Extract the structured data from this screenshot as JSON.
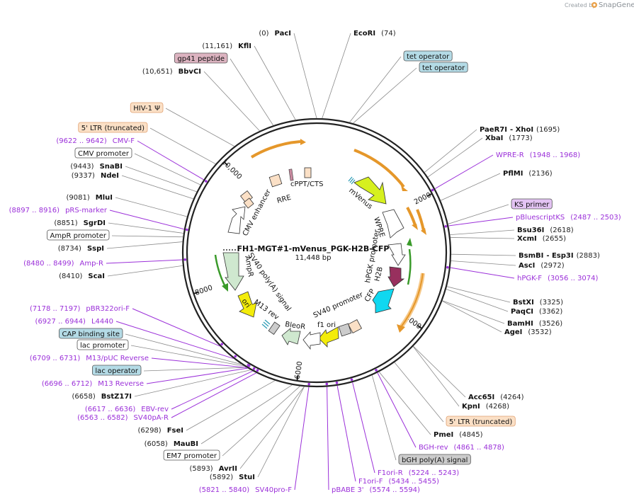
{
  "watermark": {
    "created_by": "Created by",
    "brand": "SnapGene"
  },
  "plasmid": {
    "name": "FH1-MGT#1-mVenus_PGK-H2B-CFP",
    "size_text": "11,448 bp",
    "length": 11448
  },
  "colors": {
    "ring": "#222222",
    "enzyme_leader": "#8a8a8a",
    "primer_leader": "#9b30d9",
    "primer_text": "#9b30d9",
    "ltr": "#fbe0c6",
    "ltr_border": "#e0a070",
    "primer_box": "#e3c3f3",
    "blue_box": "#b4dbe6",
    "pink_box": "#dcb3c0",
    "white_box": "#ffffff",
    "grey_box": "#cccccc",
    "mvenus": "#d6f01e",
    "cfp": "#10d8f0",
    "h2b": "#98305e",
    "bleor": "#cfe8cf",
    "ampr": "#cfe8cf",
    "ori": "#f3ec0b",
    "orange_arrow": "#e5972a",
    "green_arrow": "#3a9a2a"
  },
  "ticks": [
    {
      "pos": 2000,
      "text": "2000"
    },
    {
      "pos": 4000,
      "text": "4000"
    },
    {
      "pos": 6000,
      "text": "6000"
    },
    {
      "pos": 8000,
      "text": "8000"
    },
    {
      "pos": 10000,
      "text": "10,000"
    }
  ],
  "labels": [
    {
      "kind": "enzyme",
      "name": "PacI",
      "pos_text": "(0)",
      "layout": "pos-first",
      "pos": 0
    },
    {
      "kind": "enzyme",
      "name": "EcoRI",
      "pos_text": "(74)",
      "layout": "name-first",
      "pos": 74
    },
    {
      "kind": "feature",
      "name": "tet operator",
      "box": "blue_box",
      "pos": 450
    },
    {
      "kind": "feature",
      "name": "tet operator",
      "box": "blue_box",
      "pos": 500
    },
    {
      "kind": "enzyme",
      "name": "PaeR7I",
      "suffix": " - XhoI",
      "pos_text": "(1695)",
      "layout": "name-first",
      "pos": 1695
    },
    {
      "kind": "enzyme",
      "name": "XbaI",
      "pos_text": "(1773)",
      "layout": "name-first",
      "pos": 1773
    },
    {
      "kind": "primer",
      "name": "WPRE-R",
      "pos_text": "(1948 .. 1968)",
      "layout": "name-first",
      "pos": 1958
    },
    {
      "kind": "enzyme",
      "name": "PflMI",
      "pos_text": "(2136)",
      "layout": "name-first",
      "pos": 2136
    },
    {
      "kind": "feature",
      "name": "KS primer",
      "box": "primer_box",
      "pos": 2470
    },
    {
      "kind": "primer",
      "name": "pBluescriptKS",
      "pos_text": "(2487 .. 2503)",
      "layout": "name-first",
      "pos": 2495
    },
    {
      "kind": "enzyme",
      "name": "Bsu36I",
      "pos_text": "(2618)",
      "layout": "name-first",
      "pos": 2618
    },
    {
      "kind": "enzyme",
      "name": "XcmI",
      "pos_text": "(2655)",
      "layout": "name-first",
      "pos": 2655
    },
    {
      "kind": "enzyme",
      "name": "BsmBI",
      "suffix": " - Esp3I",
      "pos_text": "(2883)",
      "layout": "name-first",
      "pos": 2883
    },
    {
      "kind": "enzyme",
      "name": "AscI",
      "pos_text": "(2972)",
      "layout": "name-first",
      "pos": 2972
    },
    {
      "kind": "primer",
      "name": "hPGK-F",
      "pos_text": "(3056 .. 3074)",
      "layout": "name-first",
      "pos": 3065
    },
    {
      "kind": "enzyme",
      "name": "BstXI",
      "pos_text": "(3325)",
      "layout": "name-first",
      "pos": 3325
    },
    {
      "kind": "enzyme",
      "name": "PaqCI",
      "pos_text": "(3362)",
      "layout": "name-first",
      "pos": 3362
    },
    {
      "kind": "enzyme",
      "name": "BamHI",
      "pos_text": "(3526)",
      "layout": "name-first",
      "pos": 3526
    },
    {
      "kind": "enzyme",
      "name": "AgeI",
      "pos_text": "(3532)",
      "layout": "name-first",
      "pos": 3532
    },
    {
      "kind": "enzyme",
      "name": "Acc65I",
      "pos_text": "(4264)",
      "layout": "name-first",
      "pos": 4264
    },
    {
      "kind": "enzyme",
      "name": "KpnI",
      "pos_text": "(4268)",
      "layout": "name-first",
      "pos": 4268
    },
    {
      "kind": "feature",
      "name": "5' LTR (truncated)",
      "box": "ltr",
      "pos": 4600
    },
    {
      "kind": "enzyme",
      "name": "PmeI",
      "pos_text": "(4845)",
      "layout": "name-first",
      "pos": 4845
    },
    {
      "kind": "primer",
      "name": "BGH-rev",
      "pos_text": "(4861 .. 4878)",
      "layout": "name-first",
      "pos": 4870
    },
    {
      "kind": "feature",
      "name": "bGH poly(A) signal",
      "box": "grey_box",
      "pos": 4950
    },
    {
      "kind": "primer",
      "name": "F1ori-R",
      "pos_text": "(5224 .. 5243)",
      "layout": "name-first",
      "pos": 5233
    },
    {
      "kind": "primer",
      "name": "F1ori-F",
      "pos_text": "(5434 .. 5455)",
      "layout": "name-first",
      "pos": 5444
    },
    {
      "kind": "primer",
      "name": "pBABE 3'",
      "pos_text": "(5574 .. 5594)",
      "layout": "name-first",
      "pos": 5584
    },
    {
      "kind": "primer",
      "name": "SV40pro-F",
      "pos_text": "(5821 .. 5840)",
      "layout": "pos-first",
      "pos": 5830
    },
    {
      "kind": "enzyme",
      "name": "StuI",
      "pos_text": "(5892)",
      "layout": "pos-first",
      "pos": 5892
    },
    {
      "kind": "enzyme",
      "name": "AvrII",
      "pos_text": "(5893)",
      "layout": "pos-first",
      "pos": 5893
    },
    {
      "kind": "feature",
      "name": "EM7 promoter",
      "box": "white_box",
      "pos": 5950
    },
    {
      "kind": "enzyme",
      "name": "MauBI",
      "pos_text": "(6058)",
      "layout": "pos-first",
      "pos": 6058
    },
    {
      "kind": "enzyme",
      "name": "FseI",
      "pos_text": "(6298)",
      "layout": "pos-first",
      "pos": 6298
    },
    {
      "kind": "primer",
      "name": "SV40pA-R",
      "pos_text": "(6563 .. 6582)",
      "layout": "pos-first",
      "pos": 6572
    },
    {
      "kind": "primer",
      "name": "EBV-rev",
      "pos_text": "(6617 .. 6636)",
      "layout": "pos-first",
      "pos": 6626
    },
    {
      "kind": "enzyme",
      "name": "BstZ17I",
      "pos_text": "(6658)",
      "layout": "pos-first",
      "pos": 6658
    },
    {
      "kind": "primer",
      "name": "M13 Reverse",
      "pos_text": "(6696 .. 6712)",
      "layout": "pos-first",
      "pos": 6704
    },
    {
      "kind": "feature",
      "name": "lac operator",
      "box": "blue_box",
      "pos": 6725
    },
    {
      "kind": "primer",
      "name": "M13/pUC Reverse",
      "pos_text": "(6709 .. 6731)",
      "layout": "pos-first",
      "pos": 6720
    },
    {
      "kind": "feature",
      "name": "lac promoter",
      "box": "white_box",
      "pos": 6760
    },
    {
      "kind": "feature",
      "name": "CAP binding site",
      "box": "blue_box",
      "pos": 6800
    },
    {
      "kind": "primer",
      "name": "L4440",
      "pos_text": "(6927 .. 6944)",
      "layout": "pos-first",
      "pos": 6935
    },
    {
      "kind": "primer",
      "name": "pBR322ori-F",
      "pos_text": "(7178 .. 7197)",
      "layout": "pos-first",
      "pos": 7187
    },
    {
      "kind": "enzyme",
      "name": "ScaI",
      "pos_text": "(8410)",
      "layout": "pos-first",
      "pos": 8410
    },
    {
      "kind": "primer",
      "name": "Amp-R",
      "pos_text": "(8480 .. 8499)",
      "layout": "pos-first",
      "pos": 8490
    },
    {
      "kind": "enzyme",
      "name": "SspI",
      "pos_text": "(8734)",
      "layout": "pos-first",
      "pos": 8734
    },
    {
      "kind": "feature",
      "name": "AmpR promoter",
      "box": "white_box",
      "pos": 8800
    },
    {
      "kind": "enzyme",
      "name": "SgrDI",
      "pos_text": "(8851)",
      "layout": "pos-first",
      "pos": 8851
    },
    {
      "kind": "primer",
      "name": "pRS-marker",
      "pos_text": "(8897 .. 8916)",
      "layout": "pos-first",
      "pos": 8906
    },
    {
      "kind": "enzyme",
      "name": "MluI",
      "pos_text": "(9081)",
      "layout": "pos-first",
      "pos": 9081
    },
    {
      "kind": "enzyme",
      "name": "NdeI",
      "pos_text": "(9337)",
      "layout": "pos-first",
      "pos": 9337
    },
    {
      "kind": "enzyme",
      "name": "SnaBI",
      "pos_text": "(9443)",
      "layout": "pos-first",
      "pos": 9443
    },
    {
      "kind": "feature",
      "name": "CMV promoter",
      "box": "white_box",
      "pos": 9550
    },
    {
      "kind": "primer",
      "name": "CMV-F",
      "pos_text": "(9622 .. 9642)",
      "layout": "pos-first",
      "pos": 9632
    },
    {
      "kind": "feature",
      "name": "5' LTR (truncated)",
      "box": "ltr",
      "pos": 9900
    },
    {
      "kind": "feature",
      "name": "HIV-1 Ψ",
      "box": "ltr",
      "pos": 10250
    },
    {
      "kind": "enzyme",
      "name": "BbvCI",
      "pos_text": "(10,651)",
      "layout": "pos-first",
      "pos": 10651
    },
    {
      "kind": "feature",
      "name": "gp41 peptide",
      "box": "pink_box",
      "pos": 10850
    },
    {
      "kind": "enzyme",
      "name": "KflI",
      "pos_text": "(11,161)",
      "layout": "pos-first",
      "pos": 11161
    }
  ],
  "feature_labels": {
    "cppt": "cPPT/CTS",
    "rre": "RRE",
    "cmv_enhancer": "CMV enhancer",
    "mvenus": "mVenus",
    "wpre": "WPRE",
    "hpgk": "hPGK promoter",
    "h2b": "H2B",
    "cfp": "CFP",
    "sv40_promoter": "SV40 promoter",
    "f1_ori": "f1 ori",
    "bleor": "BleoR",
    "m13_rev": "M13 rev",
    "sv40_polya": "SV40 poly(A) signal",
    "ampr": "AmpR",
    "ori": "ori"
  }
}
